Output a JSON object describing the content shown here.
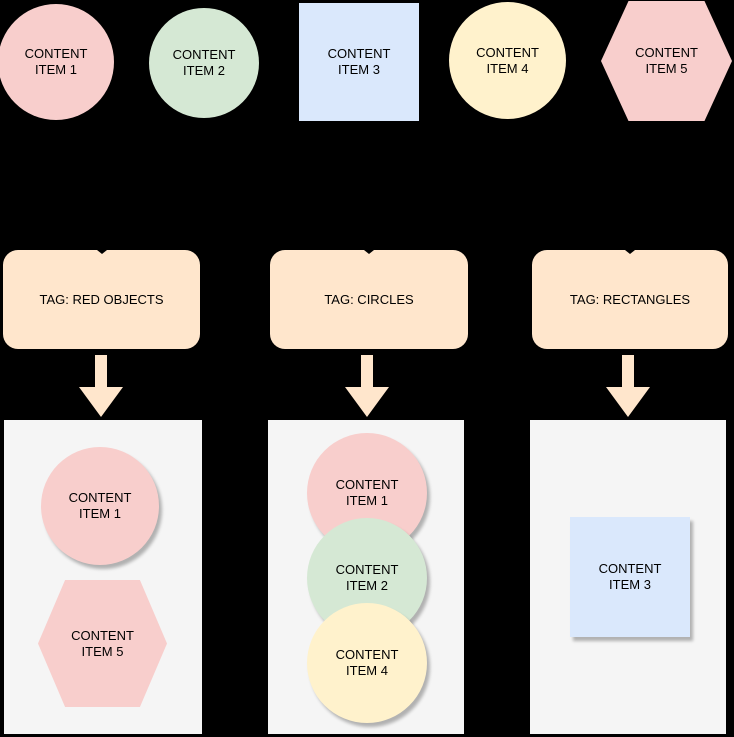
{
  "palette": {
    "canvas_bg": "#000000",
    "red_fill": "#F8CECC",
    "green_fill": "#D5E8D4",
    "blue_fill": "#DAE8FC",
    "yellow_fill": "#FFF2CC",
    "tag_fill": "#FFE6CC",
    "container_fill": "#F5F5F5",
    "text_color": "#000000"
  },
  "top_items": [
    {
      "label": "CONTENT\nITEM 1",
      "shape": "circle",
      "fill": "red"
    },
    {
      "label": "CONTENT\nITEM 2",
      "shape": "circle",
      "fill": "green"
    },
    {
      "label": "CONTENT\nITEM 3",
      "shape": "square",
      "fill": "blue"
    },
    {
      "label": "CONTENT\nITEM 4",
      "shape": "circle",
      "fill": "yellow"
    },
    {
      "label": "CONTENT\nITEM 5",
      "shape": "hexagon",
      "fill": "red"
    }
  ],
  "tag_groups": [
    {
      "tag_label": "TAG: RED OBJECTS",
      "items": [
        {
          "label": "CONTENT\nITEM 1",
          "shape": "circle",
          "fill": "red"
        },
        {
          "label": "CONTENT\nITEM 5",
          "shape": "hexagon",
          "fill": "red"
        }
      ]
    },
    {
      "tag_label": "TAG: CIRCLES",
      "items": [
        {
          "label": "CONTENT\nITEM 1",
          "shape": "circle",
          "fill": "red"
        },
        {
          "label": "CONTENT\nITEM 2",
          "shape": "circle",
          "fill": "green"
        },
        {
          "label": "CONTENT\nITEM 4",
          "shape": "circle",
          "fill": "yellow"
        }
      ]
    },
    {
      "tag_label": "TAG: RECTANGLES",
      "items": [
        {
          "label": "CONTENT\nITEM 3",
          "shape": "square",
          "fill": "blue"
        }
      ]
    }
  ]
}
